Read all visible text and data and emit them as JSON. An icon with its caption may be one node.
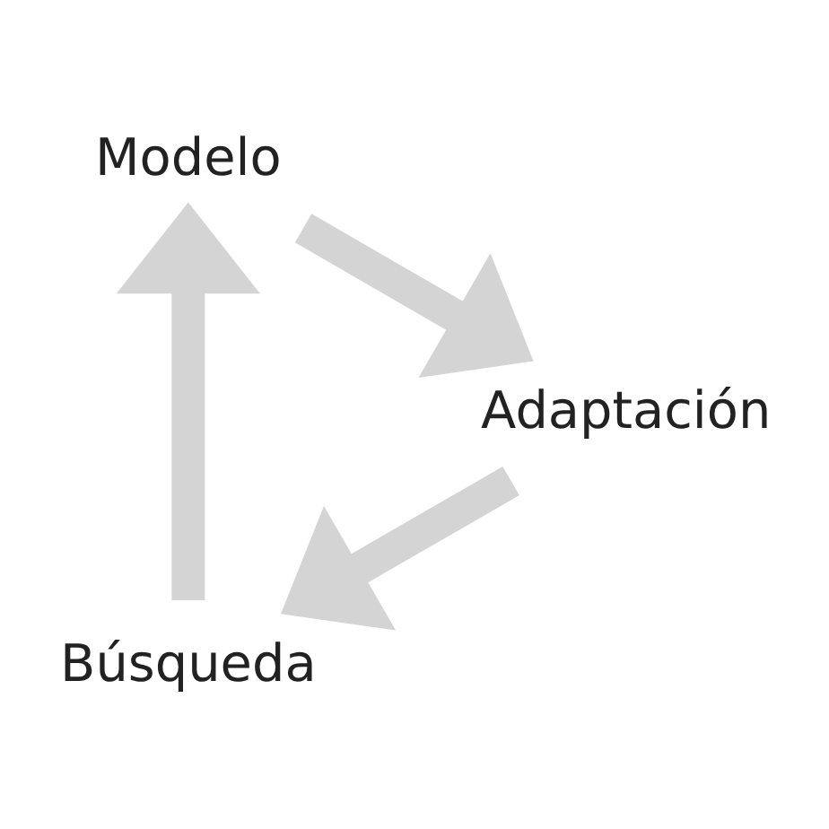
{
  "diagram": {
    "nodes": [
      {
        "text": [
          "Búsqueda"
        ]
      },
      {
        "text": [
          "Modelo"
        ]
      },
      {
        "text": [
          "Adaptación"
        ]
      }
    ],
    "edges": [
      {
        "from": 2,
        "to": 0,
        "arrow": "to"
      },
      {
        "from": 0,
        "to": 1,
        "arrow": "to"
      },
      {
        "from": 1,
        "to": 2,
        "arrow": "to"
      }
    ]
  }
}
